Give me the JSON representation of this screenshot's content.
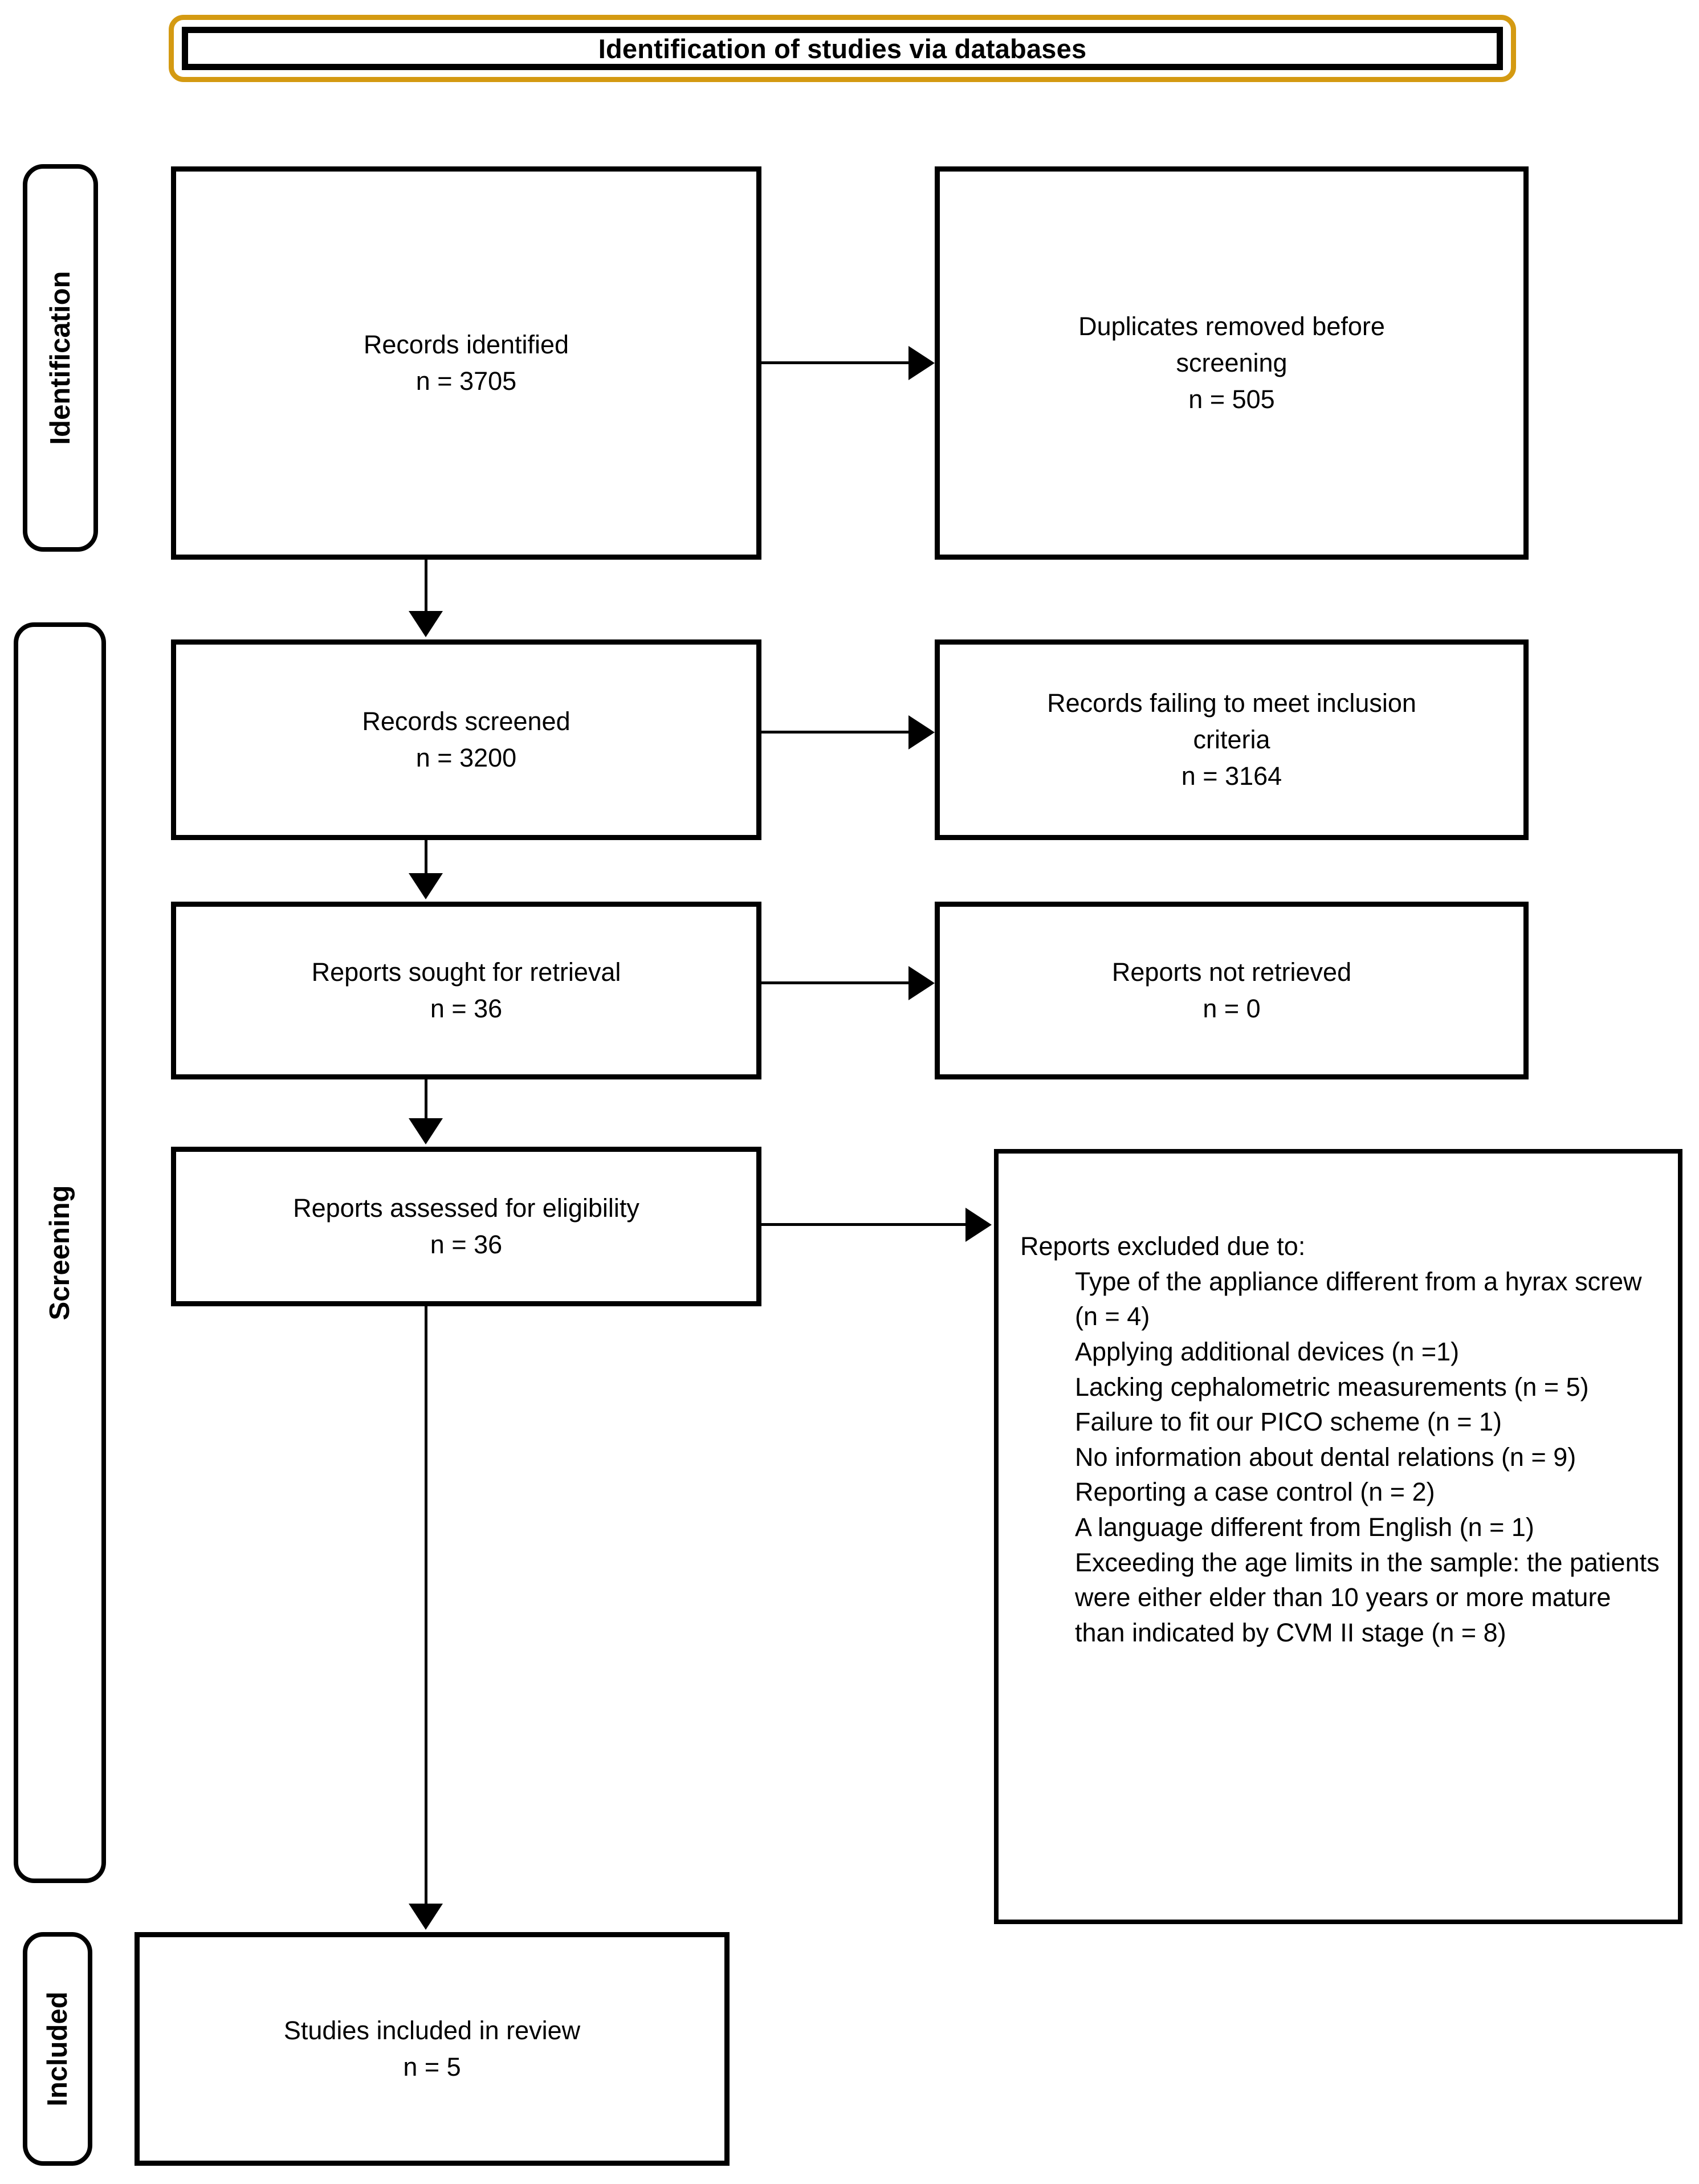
{
  "header": {
    "title": "Identification of studies via databases"
  },
  "stages": [
    {
      "label": "Identification"
    },
    {
      "label": "Screening"
    },
    {
      "label": "Included"
    }
  ],
  "boxes": {
    "records_identified": "Records identified\nn = 3705",
    "duplicates_removed": "Duplicates removed before\nscreening\nn = 505",
    "records_screened": "Records screened\nn = 3200",
    "records_failing_inclusion": "Records failing to meet inclusion\ncriteria\nn = 3164",
    "reports_sought": "Reports sought for retrieval\nn = 36",
    "reports_not_retrieved": "Reports not retrieved\nn = 0",
    "reports_assessed": "Reports assessed for eligibility\nn = 36",
    "studies_included": "Studies included in review\nn = 5"
  },
  "excluded": {
    "heading": "Reports excluded due to:",
    "items": [
      "Type of the appliance different from a hyrax screw (n = 4)",
      "Applying additional devices (n =1)",
      "Lacking cephalometric measurements (n = 5)",
      "Failure to fit our PICO scheme (n = 1)",
      "No information about dental relations (n = 9)",
      "Reporting a case control (n = 2)",
      "A language different from English (n = 1)",
      "Exceeding the age limits in the sample: the patients were either elder than 10 years or more mature than indicated by CVM II stage (n = 8)"
    ]
  },
  "chart_data": {
    "type": "table",
    "title": "PRISMA 2020 flow diagram — Identification of studies via databases",
    "categories": [
      "Records identified",
      "Duplicates removed before screening",
      "Records screened",
      "Records failing to meet inclusion criteria",
      "Reports sought for retrieval",
      "Reports not retrieved",
      "Reports assessed for eligibility",
      "Studies included in review"
    ],
    "values": [
      3705,
      505,
      3200,
      3164,
      36,
      0,
      36,
      5
    ],
    "exclusion_reasons": {
      "categories": [
        "Type of the appliance different from a hyrax screw",
        "Applying additional devices",
        "Lacking cephalometric measurements",
        "Failure to fit our PICO scheme",
        "No information about dental relations",
        "Reporting a case control",
        "A language different from English",
        "Exceeding the age limits in the sample"
      ],
      "values": [
        4,
        1,
        5,
        1,
        9,
        2,
        1,
        8
      ]
    },
    "xlabel": "",
    "ylabel": "n"
  },
  "colors": {
    "header_accent": "#d49a12",
    "border": "#000000",
    "background": "#ffffff",
    "text": "#000000"
  }
}
